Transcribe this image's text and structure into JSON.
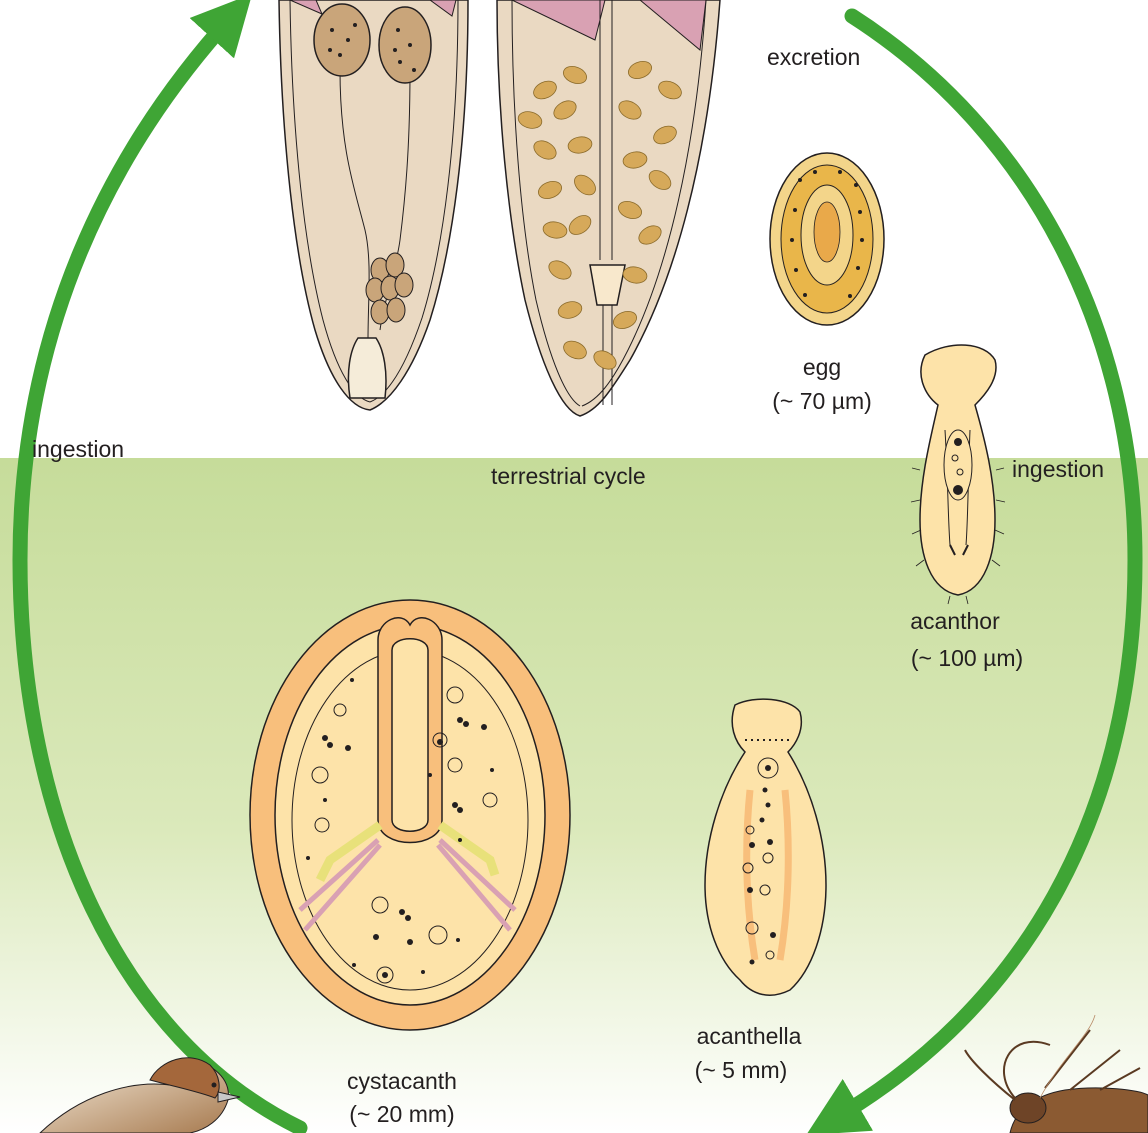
{
  "labels": {
    "excretion": "excretion",
    "ingestion_left": "ingestion",
    "ingestion_right": "ingestion",
    "cycle": "terrestrial cycle"
  },
  "stages": [
    {
      "name": "egg",
      "size": "(~ 70 µm)"
    },
    {
      "name": "acanthor",
      "size": "(~ 100 µm)"
    },
    {
      "name": "acanthella",
      "size": "(~ 5 mm)"
    },
    {
      "name": "cystacanth",
      "size": "(~ 20 mm)"
    }
  ],
  "colors": {
    "arrow": "#3fa535",
    "zone_top": "#c6dc9a",
    "zone_bottom": "#ffffff",
    "larva_fill": "#fde3a9",
    "larva_wall": "#f8bf7c",
    "adult_fill": "#ead9c2",
    "egg_fill": "#e9b64a",
    "muscle": "#d9a1b3",
    "outline": "#231f20"
  }
}
